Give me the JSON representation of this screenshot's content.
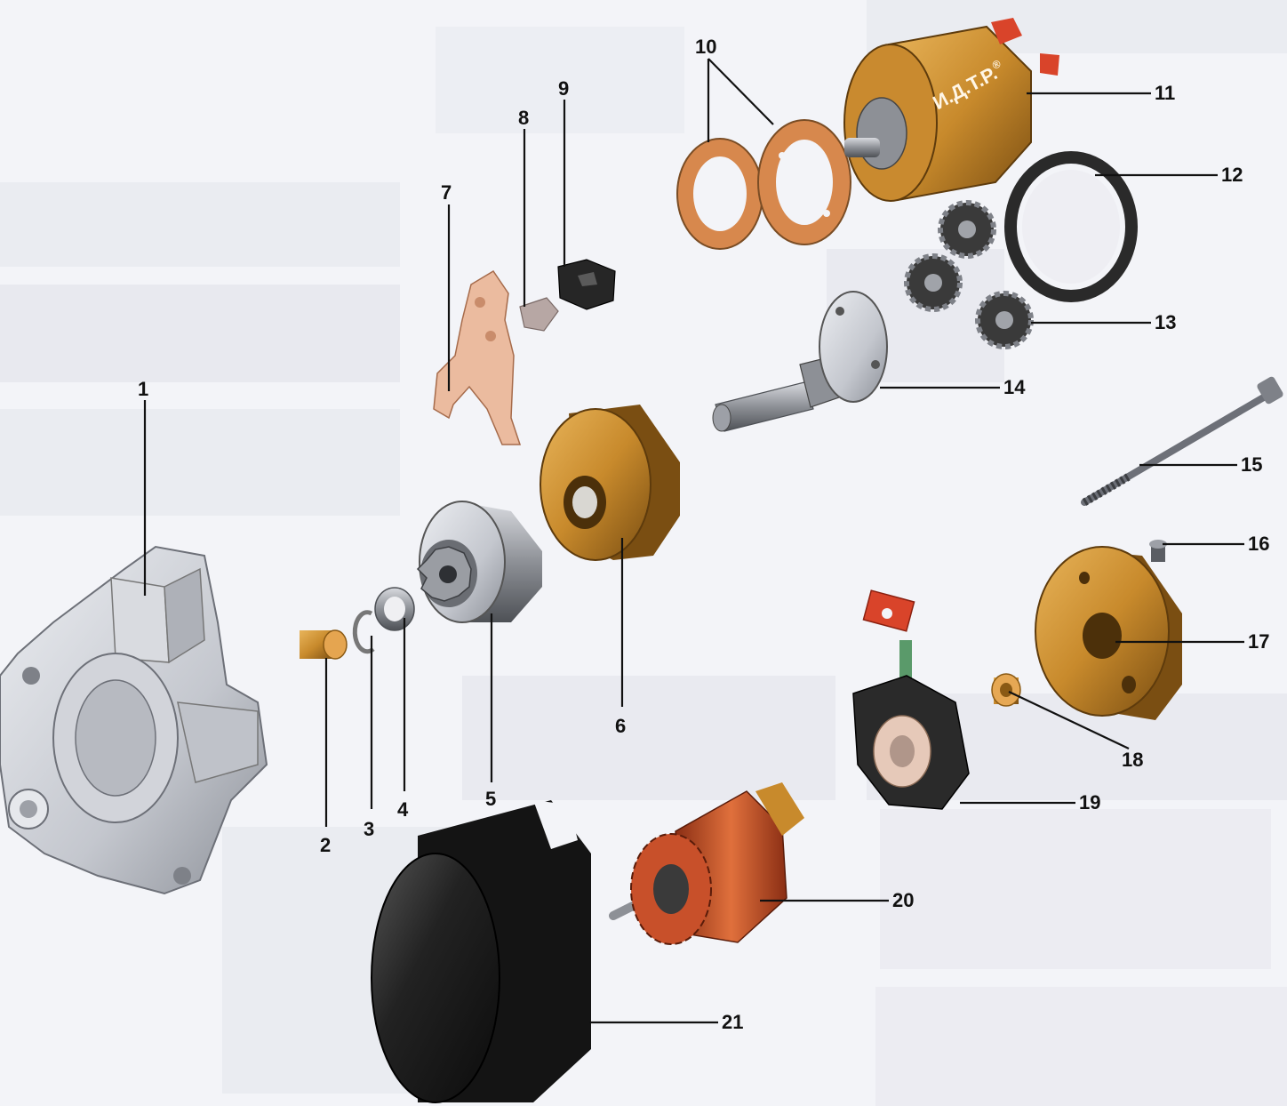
{
  "brand_label": "И.Д.Т.Р.",
  "brand_mark": "®",
  "colors": {
    "background": "#f3f4f8",
    "bronze": "#c88a2c",
    "bronze_dark": "#8a5a14",
    "aluminum": "#c9ccd3",
    "steel": "#8d9096",
    "black": "#1c1c1c",
    "copper": "#c8502a",
    "gasket": "#d7884d",
    "fork": "#e9b79b",
    "red_terminal": "#d9442a",
    "brush_green": "#5a9a6a"
  },
  "callouts": [
    {
      "id": "1",
      "label": "1"
    },
    {
      "id": "2",
      "label": "2"
    },
    {
      "id": "3",
      "label": "3"
    },
    {
      "id": "4",
      "label": "4"
    },
    {
      "id": "5",
      "label": "5"
    },
    {
      "id": "6",
      "label": "6"
    },
    {
      "id": "7",
      "label": "7"
    },
    {
      "id": "8",
      "label": "8"
    },
    {
      "id": "9",
      "label": "9"
    },
    {
      "id": "10",
      "label": "10"
    },
    {
      "id": "11",
      "label": "11"
    },
    {
      "id": "12",
      "label": "12"
    },
    {
      "id": "13",
      "label": "13"
    },
    {
      "id": "14",
      "label": "14"
    },
    {
      "id": "15",
      "label": "15"
    },
    {
      "id": "16",
      "label": "16"
    },
    {
      "id": "17",
      "label": "17"
    },
    {
      "id": "18",
      "label": "18"
    },
    {
      "id": "19",
      "label": "19"
    },
    {
      "id": "20",
      "label": "20"
    },
    {
      "id": "21",
      "label": "21"
    }
  ]
}
